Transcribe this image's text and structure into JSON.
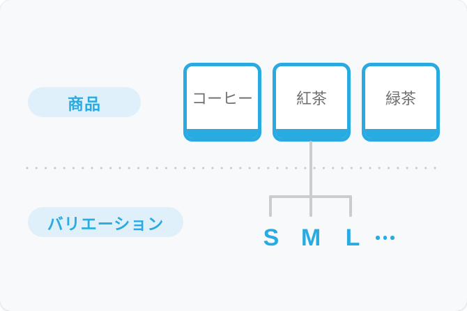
{
  "diagram": {
    "product_label": "商品",
    "variation_label": "バリエーション",
    "products": [
      "コーヒー",
      "紅茶",
      "緑茶"
    ],
    "variation_parent": "紅茶",
    "variations": [
      "S",
      "M",
      "L"
    ],
    "more_indicator": "…",
    "icons": {
      "more": "ellipsis-icon"
    },
    "colors": {
      "accent_blue": "#29ABE2",
      "pill_background": "#DFF0FA",
      "card_text_gray": "#717171",
      "connector_gray": "#CCCCCC",
      "divider_dot_gray": "#C9C9C9",
      "panel_background": "#F8F9FA"
    }
  }
}
